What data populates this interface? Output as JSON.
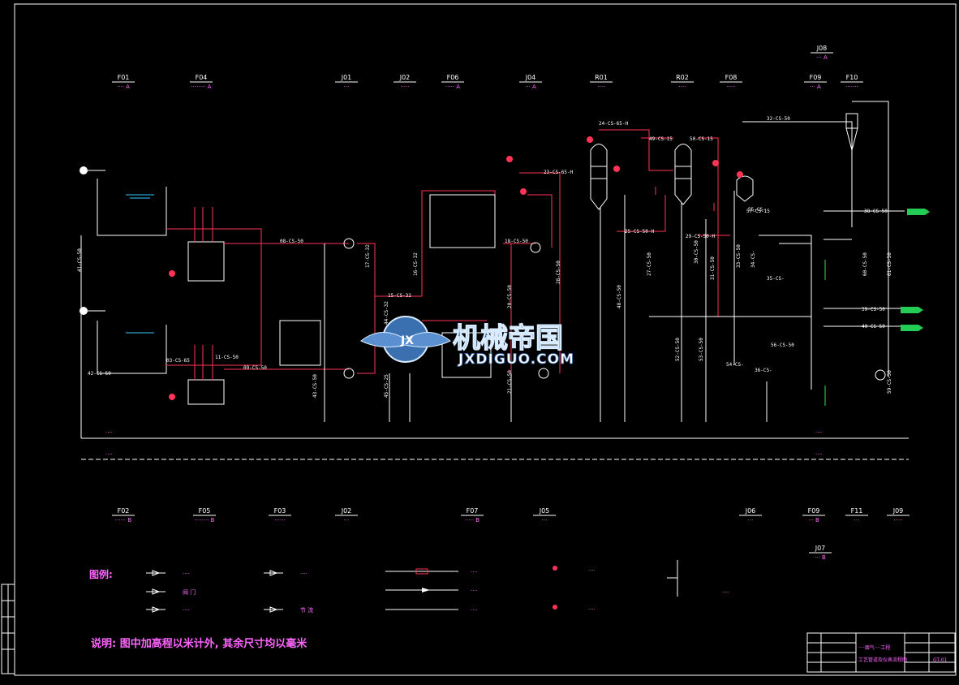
{
  "equipment_top": [
    {
      "tag": "F01",
      "name": "···· A"
    },
    {
      "tag": "F04",
      "name": "········ A"
    },
    {
      "tag": "J01",
      "name": "···"
    },
    {
      "tag": "J02",
      "name": "·····"
    },
    {
      "tag": "F06",
      "name": "····· A"
    },
    {
      "tag": "J04",
      "name": "··· A"
    },
    {
      "tag": "R01",
      "name": "····"
    },
    {
      "tag": "R02",
      "name": "····"
    },
    {
      "tag": "F08",
      "name": "·····"
    },
    {
      "tag": "J08",
      "name": "··· A"
    },
    {
      "tag": "F09",
      "name": "··· A"
    },
    {
      "tag": "F10",
      "name": "·······"
    }
  ],
  "equipment_bottom": [
    {
      "tag": "F02",
      "name": "······ B"
    },
    {
      "tag": "F05",
      "name": "········ B"
    },
    {
      "tag": "F03",
      "name": "······"
    },
    {
      "tag": "J02",
      "name": "···"
    },
    {
      "tag": "F07",
      "name": "····· B"
    },
    {
      "tag": "J05",
      "name": "···"
    },
    {
      "tag": "J06",
      "name": "···"
    },
    {
      "tag": "F09",
      "name": "··· B"
    },
    {
      "tag": "F11",
      "name": "···"
    },
    {
      "tag": "J09",
      "name": "·····"
    },
    {
      "tag": "J07",
      "name": "··· B"
    }
  ],
  "pipe_labels": [
    "24-CS-65-H",
    "49-CS-15",
    "50-CS-15",
    "32-CS-50",
    "23-CS-65-H",
    "08-CS-50",
    "18-CS-50",
    "25-CS-50-H",
    "29-CS-50-H",
    "17-CS-32",
    "15-CS-32",
    "16-CS-32",
    "11-CS-50",
    "09-CS-50",
    "03-CS-65",
    "41-CS-50",
    "42-CS-50",
    "38-CS-50",
    "40-CS-50",
    "39-CS-50",
    "33-CS-50",
    "34-CS-",
    "35-CS-",
    "36-CS-",
    "27-CS-50",
    "48-CS-50",
    "52-CS-50",
    "53-CS-50",
    "54-CS-",
    "59-CS-50",
    "60-CS-50",
    "61-CS-50",
    "56-CS-50",
    "44-CS-32",
    "45-CS-25",
    "31-CS-50",
    "30-CS-50",
    "20-CS-50",
    "21-CS-50",
    "28-CS-50",
    "55-CS-",
    "57-CS-15",
    "43-CS-50"
  ],
  "header_lines": {
    "upper": "····",
    "lower": "····"
  },
  "legend": {
    "title": "图例:",
    "items": [
      {
        "icon": "check-valve-icon",
        "text": "····"
      },
      {
        "icon": "gate-valve-icon",
        "text": "阀 门"
      },
      {
        "icon": "ball-valve-icon",
        "text": "····"
      },
      {
        "icon": "globe-valve-icon",
        "text": "····"
      },
      {
        "icon": "reducer-icon",
        "text": "节 流"
      },
      {
        "icon": "orifice-icon",
        "text": "····"
      },
      {
        "icon": "main-pipe-icon",
        "text": "····"
      },
      {
        "icon": "aux-pipe-icon",
        "text": "····"
      },
      {
        "icon": "pressure-gauge-icon",
        "text": "····"
      },
      {
        "icon": "thermometer-icon",
        "text": "····"
      },
      {
        "icon": "equipment-icon",
        "text": "····"
      }
    ]
  },
  "note": "说明: 图中加高程以米计外, 其余尺寸均以毫米",
  "watermark": {
    "cn": "机械帝国",
    "en": "JXDIGUO.COM"
  },
  "title_block": {
    "project": "····烟气····工程",
    "drawing": "工艺管道及仪表流程图",
    "code": "GT-01"
  },
  "colors": {
    "background": "#000000",
    "process_line": "#ff3355",
    "water_line": "#33ccff",
    "vessel": "#ffffff",
    "label": "#ff66ff"
  }
}
